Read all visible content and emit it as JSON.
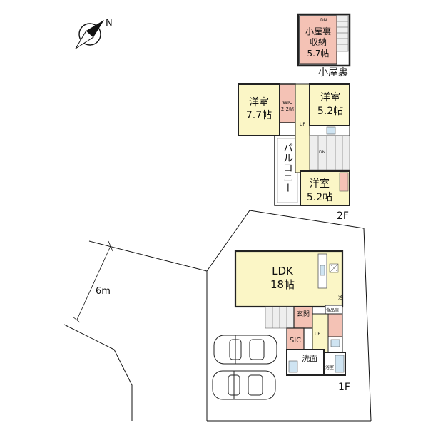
{
  "attic": {
    "storage_line1": "小屋裏",
    "storage_line2": "収納",
    "storage_size": "5.7帖",
    "dn": "DN",
    "floor_label": "小屋裏"
  },
  "floor2": {
    "bedroom1_name": "洋室",
    "bedroom1_size": "7.7帖",
    "wic_name": "WIC",
    "wic_size": "2.2帖",
    "bedroom2_name": "洋室",
    "bedroom2_size": "5.2帖",
    "bedroom3_name": "洋室",
    "bedroom3_size": "5.2帖",
    "balcony": "バルコニー",
    "up": "UP",
    "dn": "DN",
    "floor_label": "2F"
  },
  "floor1": {
    "ldk_name": "LDK",
    "ldk_size": "18帖",
    "fridge": "冷",
    "pantry": "食品庫",
    "entrance": "玄関",
    "sic": "SIC",
    "washroom": "洗面",
    "bath": "浴室",
    "up": "UP",
    "floor_label": "1F"
  },
  "site": {
    "road_width": "6m",
    "compass_letter": "N"
  },
  "colors": {
    "room_yellow": "#fbf6c6",
    "room_pink": "#f4c2b5",
    "wall": "#222222",
    "stair_gray": "#d8d8d8"
  }
}
